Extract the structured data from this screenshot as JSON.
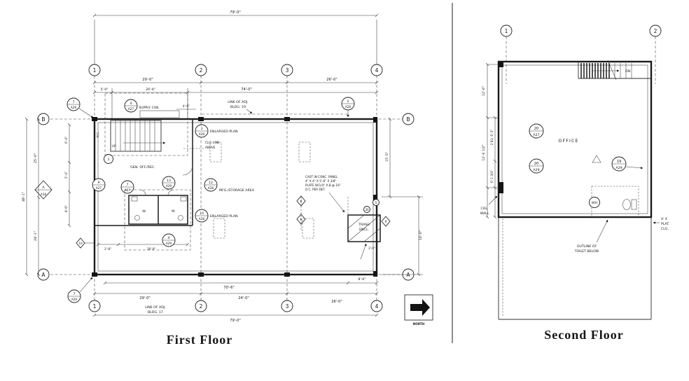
{
  "titles": {
    "first": "First Floor",
    "second": "Second Floor"
  },
  "first": {
    "grid": {
      "c1": "1",
      "c2": "2",
      "c3": "3",
      "c4": "4",
      "rB": "B",
      "rA": "A"
    },
    "dims": {
      "overall_top": "79'-0\"",
      "bay12": "29'-0\"",
      "bay34": "26'-0\"",
      "d5": "5'-0\"",
      "d20_6": "20'-6\"",
      "d74": "74'-0\"",
      "d4_8": "4'-8\"",
      "left48": "48'-1\"",
      "left25": "25'-0\"",
      "left24": "24'-1\"",
      "l6_4": "6'-4\"",
      "l5_4": "5'-4\"",
      "l8_0": "8'-0\"",
      "r15": "15'-5\"",
      "r16": "16'-0\"",
      "r3": "3'-0\"",
      "d2_8": "2'-8\"",
      "d18": "18'-0\"",
      "b70": "70'-6\"",
      "b8_6": "8'-6\"",
      "b29": "29'-0\"",
      "b24": "24'-0\"",
      "b26": "26'-0\"",
      "overall_bottom": "79'-0\""
    },
    "labels": {
      "adj19_1": "LINE OF ADJ.",
      "adj19_2": "BLDG. 19",
      "supply": "SUPPLY CAB.",
      "clg1": "CLG. LINE",
      "clg2": "ABOVE",
      "enlarged1": "ENLARGED PLAN",
      "enlarged2": "ENLARGED PLAN",
      "up": "UP",
      "hc": "H.C.",
      "gen_off": "GEN. OFF./REC.",
      "mfg": "MFG./STORAGE AREA",
      "w": "W.",
      "m": "M.",
      "trash1": "TRASH",
      "trash2": "ENCL.",
      "cast1": "CAST IN CONC. PANEL",
      "cast2": "4\" X 4\" X 5'-6\" X 3/8\"",
      "cast3": "PLATE W/1/4\" A.B.@ 16\"",
      "cast4": "O.C. PER DET.",
      "adj17_1": "LINE OF ADJ.",
      "adj17_2": "BLDG. 17",
      "north": "NORTH"
    },
    "callouts": {
      "k7a29": {
        "n": "7",
        "s": "A29"
      },
      "k4a27": {
        "n": "4",
        "s": "A27"
      },
      "k2a28": {
        "n": "2",
        "s": "A28"
      },
      "k3a28": {
        "n": "3",
        "s": "A28"
      },
      "k1": "1",
      "k9a27": {
        "n": "9",
        "s": "A27"
      },
      "k7a27": {
        "n": "7",
        "s": "A27"
      },
      "k13a29": {
        "n": "13",
        "s": "A29"
      },
      "k12a28": {
        "n": "12",
        "s": "A28"
      },
      "k10a28": {
        "n": "10",
        "s": "A28"
      },
      "k4a29": {
        "n": "4",
        "s": "A29"
      },
      "k7a29b": {
        "n": "7",
        "s": "A29"
      },
      "kA18": {
        "n": "A",
        "s": "A18"
      },
      "d6": "6",
      "d6b": "6",
      "d9": "9",
      "d10": "10",
      "k5": "5",
      "k30": "30"
    }
  },
  "second": {
    "grid": {
      "c1": "1",
      "c2": "2"
    },
    "dims": {
      "l12_6": "12'-6\"",
      "l2eq": "2 EQ. 6'-3\"",
      "l12_6h": "12'-6 1/2\"",
      "l6_1": "6'-1 3/4\""
    },
    "labels": {
      "dn": "DN",
      "office": "OFFICE",
      "wh": "WH",
      "col1": "COL.",
      "col2": "WALL",
      "out1": "OUTLINE OF",
      "out2": "TOILET BELOW",
      "plat1": "4' X",
      "plat2": "PLAT.",
      "plat3": "CLG."
    },
    "callouts": {
      "k20a27": {
        "n": "20",
        "s": "A27"
      },
      "k20a29": {
        "n": "20",
        "s": "A29"
      },
      "k19a29": {
        "n": "19",
        "s": "A29"
      }
    }
  }
}
